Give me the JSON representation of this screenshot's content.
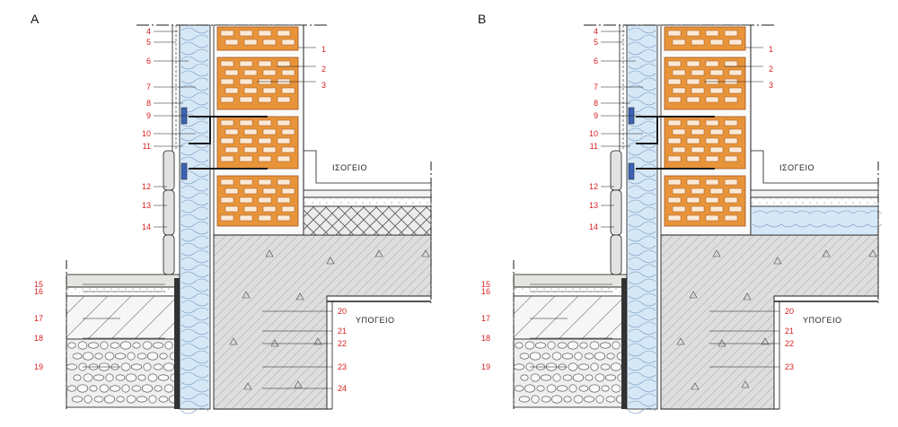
{
  "panels": [
    {
      "id": "A",
      "title": "A",
      "upper_room": "ΙΣΟΓΕΙΟ",
      "lower_room": "ΥΠΟΓΕΙΟ",
      "wall_labels": [
        "4",
        "5",
        "6",
        "7",
        "8",
        "9",
        "10",
        "11",
        "12",
        "13",
        "14"
      ],
      "right_labels": [
        "1",
        "2",
        "3"
      ],
      "ground_labels": [
        "15",
        "16",
        "17",
        "18",
        "19"
      ],
      "interior_labels": [
        "20",
        "21",
        "22",
        "23",
        "24"
      ],
      "slab_insulation": "hatch"
    },
    {
      "id": "B",
      "title": "B",
      "upper_room": "ΙΣΟΓΕΙΟ",
      "lower_room": "ΥΠΟΓΕΙΟ",
      "wall_labels": [
        "4",
        "5",
        "6",
        "7",
        "8",
        "9",
        "10",
        "11",
        "12",
        "13",
        "14"
      ],
      "right_labels": [
        "1",
        "2",
        "3"
      ],
      "ground_labels": [
        "15",
        "16",
        "17",
        "18",
        "19"
      ],
      "interior_labels": [
        "20",
        "21",
        "22",
        "23"
      ],
      "slab_insulation": "blue"
    }
  ],
  "colors": {
    "label": "#d81e1e",
    "brick": "#e8943a",
    "brick_outline": "#a3541d",
    "insulation": "#d6e8f6",
    "insulation_line": "#6c8fb7",
    "concrete": "#dedede",
    "gravel": "#efefef",
    "line": "#1a1a1a"
  }
}
